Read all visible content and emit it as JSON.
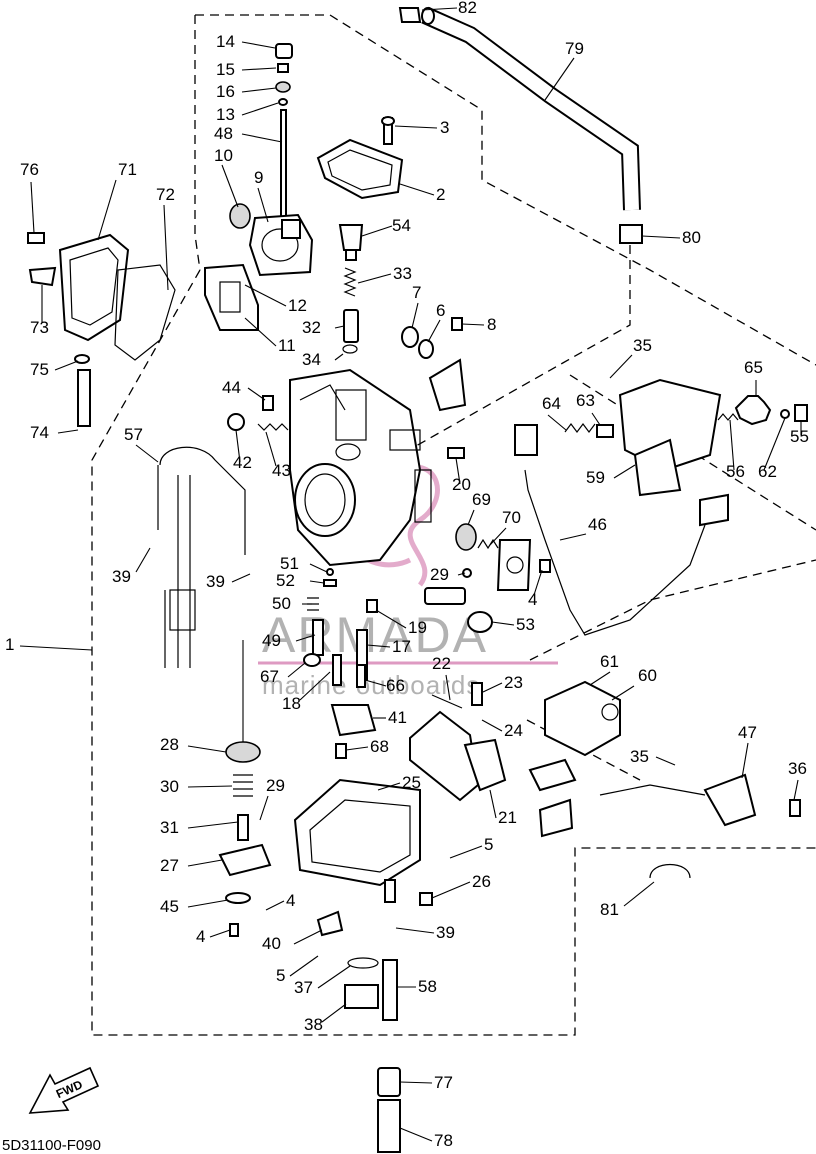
{
  "diagram": {
    "code": "5D31100-F090",
    "fwd_label": "FWD",
    "watermark": {
      "line1": "ARMADA",
      "line2": "marine outboards"
    },
    "callouts": [
      {
        "id": "c82",
        "text": "82"
      },
      {
        "id": "c79",
        "text": "79"
      },
      {
        "id": "c14",
        "text": "14"
      },
      {
        "id": "c15",
        "text": "15"
      },
      {
        "id": "c16",
        "text": "16"
      },
      {
        "id": "c13",
        "text": "13"
      },
      {
        "id": "c48",
        "text": "48"
      },
      {
        "id": "c3",
        "text": "3"
      },
      {
        "id": "c10",
        "text": "10"
      },
      {
        "id": "c9",
        "text": "9"
      },
      {
        "id": "c2",
        "text": "2"
      },
      {
        "id": "c76",
        "text": "76"
      },
      {
        "id": "c71",
        "text": "71"
      },
      {
        "id": "c72",
        "text": "72"
      },
      {
        "id": "c54",
        "text": "54"
      },
      {
        "id": "c80",
        "text": "80"
      },
      {
        "id": "c33",
        "text": "33"
      },
      {
        "id": "c12",
        "text": "12"
      },
      {
        "id": "c7",
        "text": "7"
      },
      {
        "id": "c6",
        "text": "6"
      },
      {
        "id": "c8",
        "text": "8"
      },
      {
        "id": "c73",
        "text": "73"
      },
      {
        "id": "c32",
        "text": "32"
      },
      {
        "id": "c11",
        "text": "11"
      },
      {
        "id": "c35a",
        "text": "35"
      },
      {
        "id": "c34",
        "text": "34"
      },
      {
        "id": "c75",
        "text": "75"
      },
      {
        "id": "c65",
        "text": "65"
      },
      {
        "id": "c44",
        "text": "44"
      },
      {
        "id": "c64",
        "text": "64"
      },
      {
        "id": "c63",
        "text": "63"
      },
      {
        "id": "c74",
        "text": "74"
      },
      {
        "id": "c57",
        "text": "57"
      },
      {
        "id": "c42",
        "text": "42"
      },
      {
        "id": "c43",
        "text": "43"
      },
      {
        "id": "c56",
        "text": "56"
      },
      {
        "id": "c62",
        "text": "62"
      },
      {
        "id": "c55",
        "text": "55"
      },
      {
        "id": "c20",
        "text": "20"
      },
      {
        "id": "c59",
        "text": "59"
      },
      {
        "id": "c69",
        "text": "69"
      },
      {
        "id": "c70",
        "text": "70"
      },
      {
        "id": "c46",
        "text": "46"
      },
      {
        "id": "c39a",
        "text": "39"
      },
      {
        "id": "c51",
        "text": "51"
      },
      {
        "id": "c39b",
        "text": "39"
      },
      {
        "id": "c52",
        "text": "52"
      },
      {
        "id": "c29a",
        "text": "29"
      },
      {
        "id": "c4a",
        "text": "4"
      },
      {
        "id": "c50",
        "text": "50"
      },
      {
        "id": "c1",
        "text": "1"
      },
      {
        "id": "c19",
        "text": "19"
      },
      {
        "id": "c53",
        "text": "53"
      },
      {
        "id": "c49",
        "text": "49"
      },
      {
        "id": "c17",
        "text": "17"
      },
      {
        "id": "c61",
        "text": "61"
      },
      {
        "id": "c60",
        "text": "60"
      },
      {
        "id": "c22",
        "text": "22"
      },
      {
        "id": "c67",
        "text": "67"
      },
      {
        "id": "c66",
        "text": "66"
      },
      {
        "id": "c23",
        "text": "23"
      },
      {
        "id": "c18",
        "text": "18"
      },
      {
        "id": "c41",
        "text": "41"
      },
      {
        "id": "c24",
        "text": "24"
      },
      {
        "id": "c47",
        "text": "47"
      },
      {
        "id": "c28",
        "text": "28"
      },
      {
        "id": "c68",
        "text": "68"
      },
      {
        "id": "c35b",
        "text": "35"
      },
      {
        "id": "c36",
        "text": "36"
      },
      {
        "id": "c30",
        "text": "30"
      },
      {
        "id": "c29b",
        "text": "29"
      },
      {
        "id": "c25",
        "text": "25"
      },
      {
        "id": "c21",
        "text": "21"
      },
      {
        "id": "c31",
        "text": "31"
      },
      {
        "id": "c5a",
        "text": "5"
      },
      {
        "id": "c27",
        "text": "27"
      },
      {
        "id": "c26",
        "text": "26"
      },
      {
        "id": "c45",
        "text": "45"
      },
      {
        "id": "c4b",
        "text": "4"
      },
      {
        "id": "c81",
        "text": "81"
      },
      {
        "id": "c4c",
        "text": "4"
      },
      {
        "id": "c40",
        "text": "40"
      },
      {
        "id": "c39c",
        "text": "39"
      },
      {
        "id": "c5b",
        "text": "5"
      },
      {
        "id": "c37",
        "text": "37"
      },
      {
        "id": "c58",
        "text": "58"
      },
      {
        "id": "c38",
        "text": "38"
      },
      {
        "id": "c77",
        "text": "77"
      },
      {
        "id": "c78",
        "text": "78"
      }
    ]
  }
}
